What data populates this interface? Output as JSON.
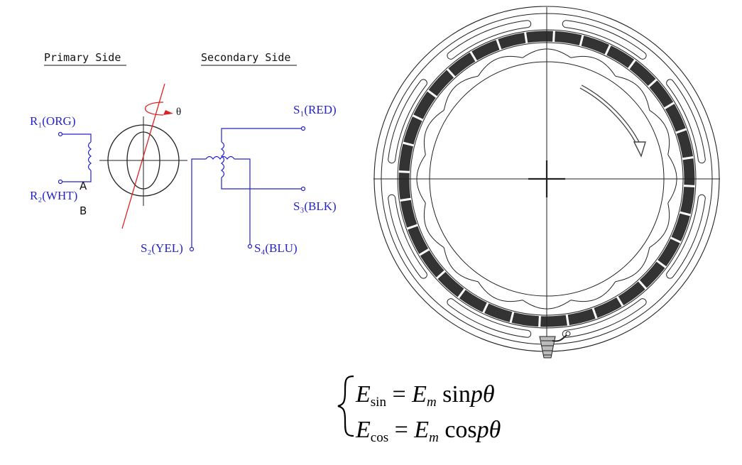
{
  "headings": {
    "primary": "Primary Side",
    "secondary": "Secondary Side"
  },
  "terminals": {
    "r1": "R₁(ORG)",
    "r2": "R₂(WHT)",
    "s1": "S₁(RED)",
    "s3": "S₃(BLK)",
    "s2": "S₂(YEL)",
    "s4": "S₄(BLU)"
  },
  "markers": {
    "a": "A",
    "b": "B",
    "theta": "θ"
  },
  "equations": {
    "line1": {
      "lhs": "E",
      "lhs_sub": "sin",
      "rhs_e": "E",
      "rhs_sub": "m",
      "fn": "sin",
      "arg": "pθ"
    },
    "line2": {
      "lhs": "E",
      "lhs_sub": "cos",
      "rhs_e": "E",
      "rhs_sub": "m",
      "fn": "cos",
      "arg": "pθ"
    }
  },
  "colors": {
    "wire": "#2323c8",
    "rotor_axis": "#e02020",
    "drawing": "#222222"
  }
}
